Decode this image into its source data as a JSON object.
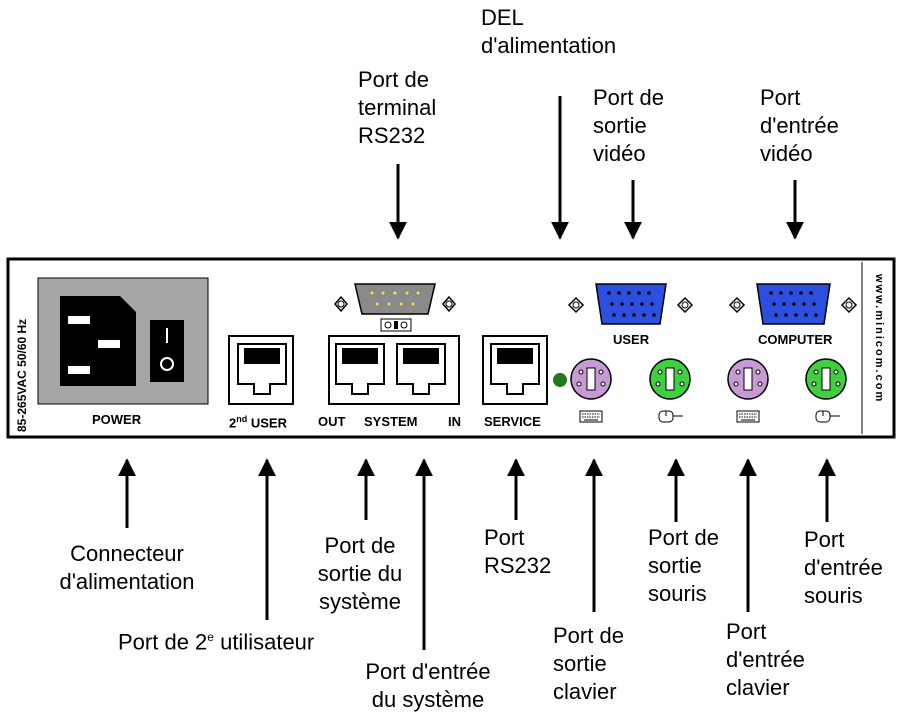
{
  "panel": {
    "voltage": "85-265VAC 50/60 Hz",
    "website": "www.minicom.com",
    "power": "POWER",
    "user2_prefix": "2",
    "user2_sup": "nd",
    "user2_suffix": " USER",
    "out": "OUT",
    "system": "SYSTEM",
    "in": "IN",
    "service": "SERVICE",
    "user": "USER",
    "computer": "COMPUTER"
  },
  "colors": {
    "panel_fill": "#ffffff",
    "power_box": "#a6a6a6",
    "vga_blue": "#2c4fe0",
    "ps2_keyboard": "#c79ad6",
    "ps2_mouse": "#3fcf3f",
    "led": "#1f7a1f",
    "db9_gray": "#8a8a8a"
  },
  "top_labels": {
    "terminal": [
      "Port de",
      "terminal",
      "RS232"
    ],
    "led": [
      "DEL",
      "d'alimentation"
    ],
    "video_out": [
      "Port de",
      "sortie",
      "vidéo"
    ],
    "video_in": [
      "Port",
      "d'entrée",
      "vidéo"
    ]
  },
  "bottom_labels": {
    "power_conn": [
      "Connecteur",
      "d'alimentation"
    ],
    "user2_prefix": "Port de 2",
    "user2_sup": "e",
    "user2_suffix": " utilisateur",
    "sys_out": [
      "Port de",
      "sortie du",
      "système"
    ],
    "sys_in": [
      "Port d'entrée",
      "du système"
    ],
    "rs232": [
      "Port",
      "RS232"
    ],
    "kb_out": [
      "Port de",
      "sortie",
      "clavier"
    ],
    "mouse_out": [
      "Port de",
      "sortie",
      "souris"
    ],
    "kb_in": [
      "Port",
      "d'entrée",
      "clavier"
    ],
    "mouse_in": [
      "Port",
      "d'entrée",
      "souris"
    ]
  }
}
